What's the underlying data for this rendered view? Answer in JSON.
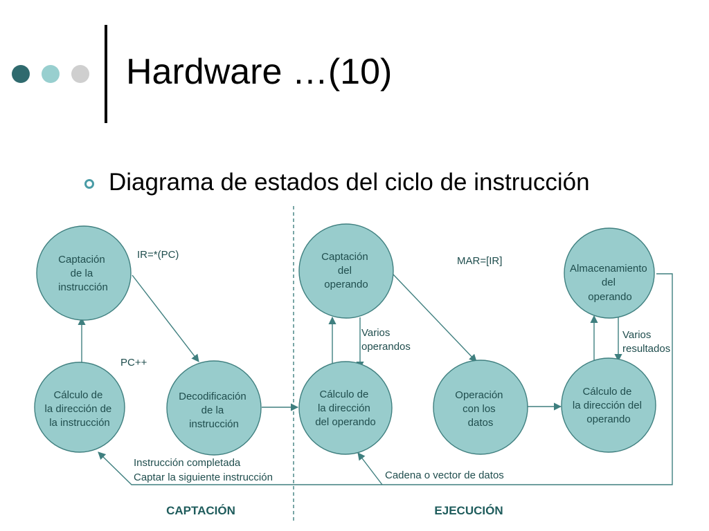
{
  "colors": {
    "dot_dark": "#2f6a6e",
    "dot_light": "#98cfcf",
    "dot_gray": "#cfcfcf",
    "node_fill": "#98cccc",
    "node_stroke": "#3f7f7f",
    "line": "#3f7f7f",
    "section_text": "#1f5c5c"
  },
  "header": {
    "title": "Hardware …(10)",
    "dots": [
      "dot-dark",
      "dot-light",
      "dot-gray"
    ]
  },
  "bullet": {
    "icon": "ring-bullet-icon",
    "text": "Diagrama de estados del ciclo de instrucción"
  },
  "diagram": {
    "nodes": [
      {
        "id": "captacion-instruccion",
        "lines": [
          "Captación",
          "de la",
          "instrucción"
        ]
      },
      {
        "id": "calculo-direccion-instruccion",
        "lines": [
          "Cálculo de",
          "la dirección de",
          "la instrucción"
        ]
      },
      {
        "id": "decodificacion-instruccion",
        "lines": [
          "Decodificación",
          "de la",
          "instrucción"
        ]
      },
      {
        "id": "captacion-operando",
        "lines": [
          "Captación",
          "del",
          "operando"
        ]
      },
      {
        "id": "calculo-direccion-operando-1",
        "lines": [
          "Cálculo de",
          "la dirección",
          "del operando"
        ]
      },
      {
        "id": "operacion-datos",
        "lines": [
          "Operación",
          "con los",
          "datos"
        ]
      },
      {
        "id": "calculo-direccion-operando-2",
        "lines": [
          "Cálculo de",
          "la dirección del",
          "operando"
        ]
      },
      {
        "id": "almacenamiento-operando",
        "lines": [
          "Almacenamiento",
          "del",
          "operando"
        ]
      }
    ],
    "annotations": [
      {
        "id": "ir-pc",
        "lines": [
          "IR=*(PC)"
        ]
      },
      {
        "id": "pc-inc",
        "lines": [
          "PC++"
        ]
      },
      {
        "id": "mar-ir",
        "lines": [
          "MAR=[IR]"
        ]
      },
      {
        "id": "varios-operandos",
        "lines": [
          "Varios",
          "operandos"
        ]
      },
      {
        "id": "varios-resultados",
        "lines": [
          "Varios",
          "resultados"
        ]
      },
      {
        "id": "instruccion-completada",
        "lines": [
          "Instrucción completada",
          "Captar la siguiente instrucción"
        ]
      },
      {
        "id": "cadena-vector",
        "lines": [
          "Cadena o vector de datos"
        ]
      }
    ],
    "sections": [
      {
        "id": "captacion",
        "label": "CAPTACIÓN"
      },
      {
        "id": "ejecucion",
        "label": "EJECUCIÓN"
      }
    ]
  }
}
